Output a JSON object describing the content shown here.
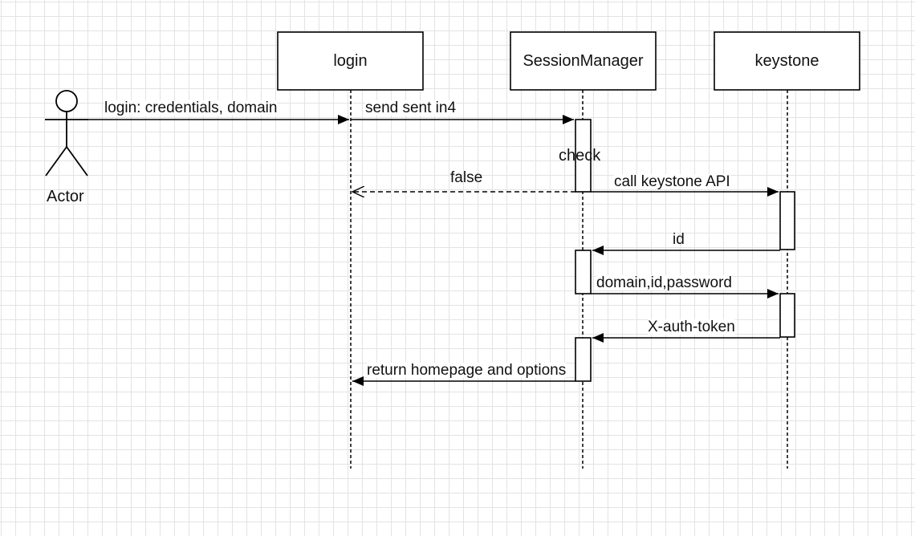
{
  "actor": {
    "label": "Actor"
  },
  "lifelines": {
    "login": "login",
    "session": "SessionManager",
    "keystone": "keystone"
  },
  "activation_label": "check",
  "messages": {
    "m1": "login: credentials, domain",
    "m2": "send sent in4",
    "m3": "false",
    "m4": "call keystone API",
    "m5": "id",
    "m6": "domain,id,password",
    "m7": "X-auth-token",
    "m8": "return homepage and options"
  }
}
